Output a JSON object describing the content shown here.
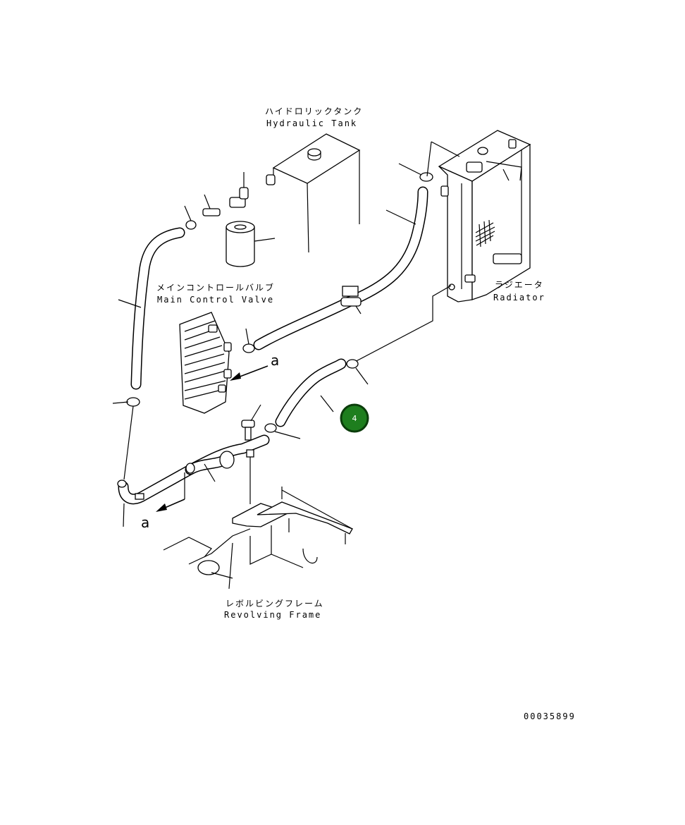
{
  "labels": {
    "hydraulic_tank_jp": "ハイドロリックタンク",
    "hydraulic_tank_en": "Hydraulic Tank",
    "main_control_valve_jp": "メインコントロールバルブ",
    "main_control_valve_en": "Main Control Valve",
    "radiator_jp": "ラジエータ",
    "radiator_en": "Radiator",
    "revolving_frame_jp": "レボルビングフレーム",
    "revolving_frame_en": "Revolving Frame",
    "arrow_label_upper": "a",
    "arrow_label_lower": "a",
    "drawing_number": "00035899"
  },
  "callout": {
    "part_number": "4",
    "color": "#1e7e1e"
  }
}
